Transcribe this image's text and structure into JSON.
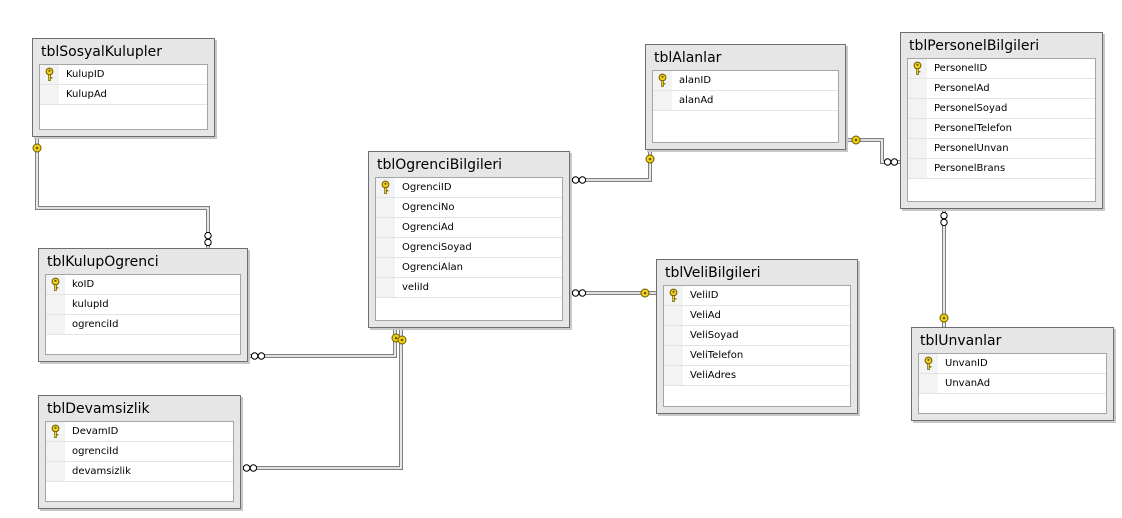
{
  "tables": [
    {
      "id": "tblSosyalKulupler",
      "title": "tblSosyalKulupler",
      "columns": [
        {
          "name": "KulupID",
          "pk": true
        },
        {
          "name": "KulupAd",
          "pk": false
        }
      ]
    },
    {
      "id": "tblKulupOgrenci",
      "title": "tblKulupOgrenci",
      "columns": [
        {
          "name": "koID",
          "pk": true
        },
        {
          "name": "kulupId",
          "pk": false
        },
        {
          "name": "ogrenciId",
          "pk": false
        }
      ]
    },
    {
      "id": "tblDevamsizlik",
      "title": "tblDevamsizlik",
      "columns": [
        {
          "name": "DevamID",
          "pk": true
        },
        {
          "name": "ogrenciId",
          "pk": false
        },
        {
          "name": "devamsizlik",
          "pk": false
        }
      ]
    },
    {
      "id": "tblOgrenciBilgileri",
      "title": "tblOgrenciBilgileri",
      "columns": [
        {
          "name": "OgrenciID",
          "pk": true
        },
        {
          "name": "OgrenciNo",
          "pk": false
        },
        {
          "name": "OgrenciAd",
          "pk": false
        },
        {
          "name": "OgrenciSoyad",
          "pk": false
        },
        {
          "name": "OgrenciAlan",
          "pk": false
        },
        {
          "name": "veliId",
          "pk": false
        }
      ]
    },
    {
      "id": "tblAlanlar",
      "title": "tblAlanlar",
      "columns": [
        {
          "name": "alanID",
          "pk": true
        },
        {
          "name": "alanAd",
          "pk": false
        }
      ]
    },
    {
      "id": "tblVeliBilgileri",
      "title": "tblVeliBilgileri",
      "columns": [
        {
          "name": "VeliID",
          "pk": true
        },
        {
          "name": "VeliAd",
          "pk": false
        },
        {
          "name": "VeliSoyad",
          "pk": false
        },
        {
          "name": "VeliTelefon",
          "pk": false
        },
        {
          "name": "VeliAdres",
          "pk": false
        }
      ]
    },
    {
      "id": "tblPersonelBilgileri",
      "title": "tblPersonelBilgileri",
      "columns": [
        {
          "name": "PersonelID",
          "pk": true
        },
        {
          "name": "PersonelAd",
          "pk": false
        },
        {
          "name": "PersonelSoyad",
          "pk": false
        },
        {
          "name": "PersonelTelefon",
          "pk": false
        },
        {
          "name": "PersonelUnvan",
          "pk": false
        },
        {
          "name": "PersonelBrans",
          "pk": false
        }
      ]
    },
    {
      "id": "tblUnvanlar",
      "title": "tblUnvanlar",
      "columns": [
        {
          "name": "UnvanID",
          "pk": true
        },
        {
          "name": "UnvanAd",
          "pk": false
        }
      ]
    }
  ],
  "relationships": [
    {
      "one": "tblSosyalKulupler",
      "many": "tblKulupOgrenci"
    },
    {
      "one": "tblOgrenciBilgileri",
      "many": "tblKulupOgrenci"
    },
    {
      "one": "tblOgrenciBilgileri",
      "many": "tblDevamsizlik"
    },
    {
      "one": "tblAlanlar",
      "many": "tblOgrenciBilgileri"
    },
    {
      "one": "tblVeliBilgileri",
      "many": "tblOgrenciBilgileri"
    },
    {
      "one": "tblAlanlar",
      "many": "tblPersonelBilgileri"
    },
    {
      "one": "tblUnvanlar",
      "many": "tblPersonelBilgileri"
    }
  ],
  "colors": {
    "line": "#808080",
    "key": "#f2d21a",
    "key_outline": "#6b5a00",
    "frame": "#e6e6e6"
  }
}
